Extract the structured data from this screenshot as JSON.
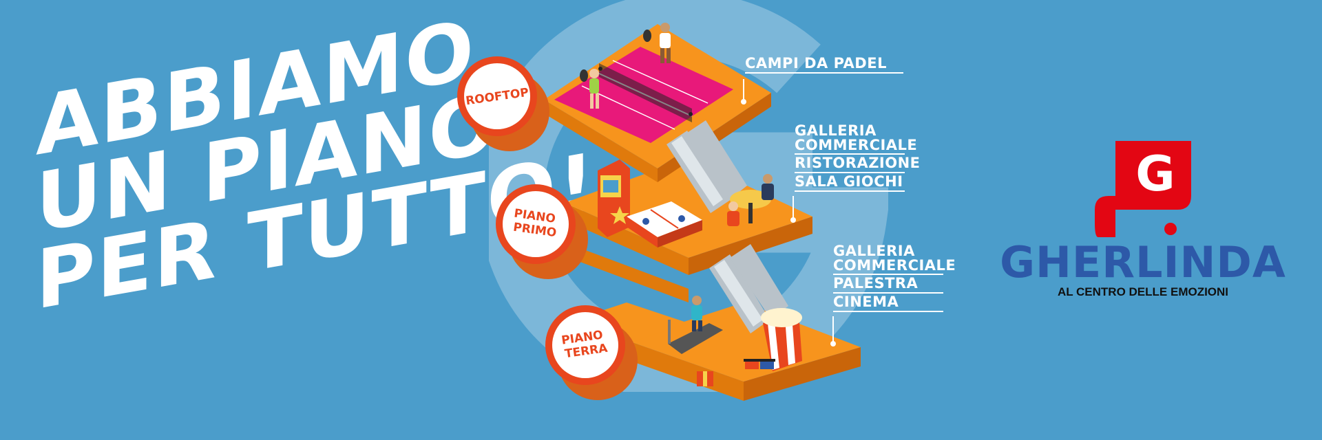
{
  "headline": [
    "ABBIAMO",
    "UN PIANO",
    "PER TUTTO!"
  ],
  "floors": [
    {
      "badge_lines": [
        "ROOFTOP"
      ],
      "features": [
        "CAMPI DA PADEL"
      ]
    },
    {
      "badge_lines": [
        "PIANO",
        "PRIMO"
      ],
      "features": [
        "GALLERIA\nCOMMERCIALE",
        "RISTORAZIONE",
        "SALA GIOCHI"
      ]
    },
    {
      "badge_lines": [
        "PIANO",
        "TERRA"
      ],
      "features": [
        "GALLERIA\nCOMMERCIALE",
        "PALESTRA",
        "CINEMA"
      ]
    }
  ],
  "logo": {
    "letter": "G",
    "name": "GHERLINDA",
    "tagline": "AL CENTRO DELLE EMOZIONI"
  },
  "colors": {
    "background": "#4b9dcb",
    "floor_orange": "#f7941d",
    "badge_red": "#e8461e",
    "padel_pink": "#e8197a",
    "logo_red": "#e30613",
    "logo_blue": "#2d59a8"
  }
}
